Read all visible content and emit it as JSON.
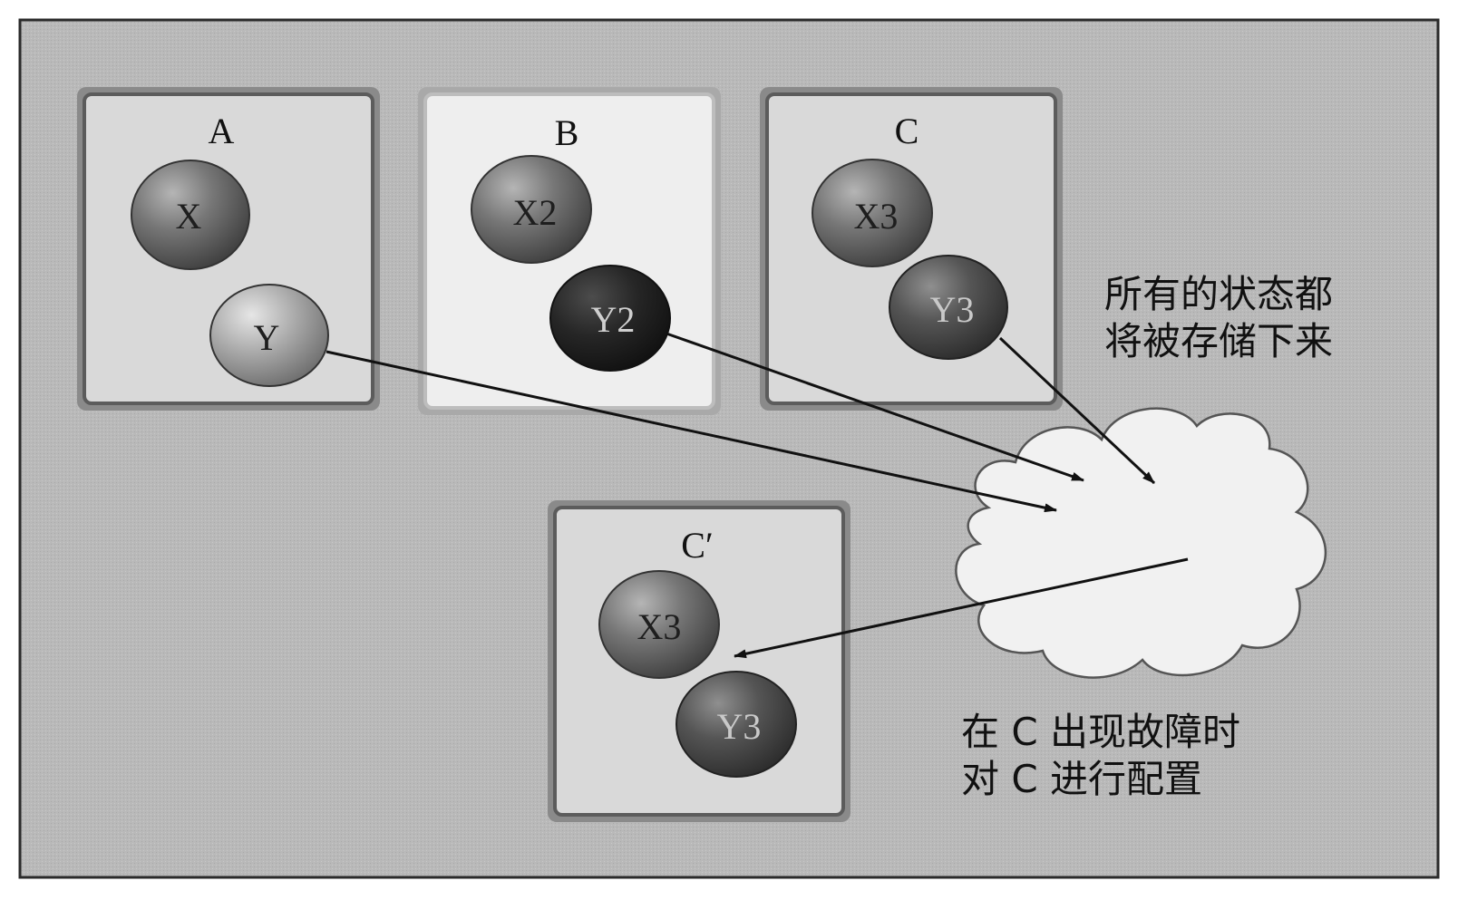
{
  "diagram": {
    "boxes": [
      {
        "id": "A",
        "label": "A",
        "balls": [
          {
            "id": "x",
            "label": "X",
            "tone": "mid"
          },
          {
            "id": "y",
            "label": "Y",
            "tone": "light"
          }
        ]
      },
      {
        "id": "B",
        "label": "B",
        "balls": [
          {
            "id": "x2",
            "label": "X2",
            "tone": "mid"
          },
          {
            "id": "y2",
            "label": "Y2",
            "tone": "dark"
          }
        ]
      },
      {
        "id": "C",
        "label": "C",
        "balls": [
          {
            "id": "x3",
            "label": "X3",
            "tone": "mid"
          },
          {
            "id": "y3",
            "label": "Y3",
            "tone": "darkmid"
          }
        ]
      },
      {
        "id": "Cp",
        "label": "C′",
        "balls": [
          {
            "id": "x3p",
            "label": "X3",
            "tone": "mid"
          },
          {
            "id": "y3p",
            "label": "Y3",
            "tone": "darkmid"
          }
        ]
      }
    ],
    "note_top": [
      "所有的状态都",
      "将被存储下来"
    ],
    "note_bottom": [
      "在 C 出现故障时",
      "对 C 进行配置"
    ],
    "colors": {
      "background": "#b9b9b9",
      "box_fill": "#d9d9d9",
      "box_fill_active": "#ececec",
      "box_border": "#6b6b6b",
      "ball_light": "#a9a9a9",
      "ball_mid": "#777777",
      "ball_darkmid": "#555555",
      "ball_dark": "#262626",
      "cloud": "#f1f1f1",
      "arrow": "#111111"
    }
  }
}
